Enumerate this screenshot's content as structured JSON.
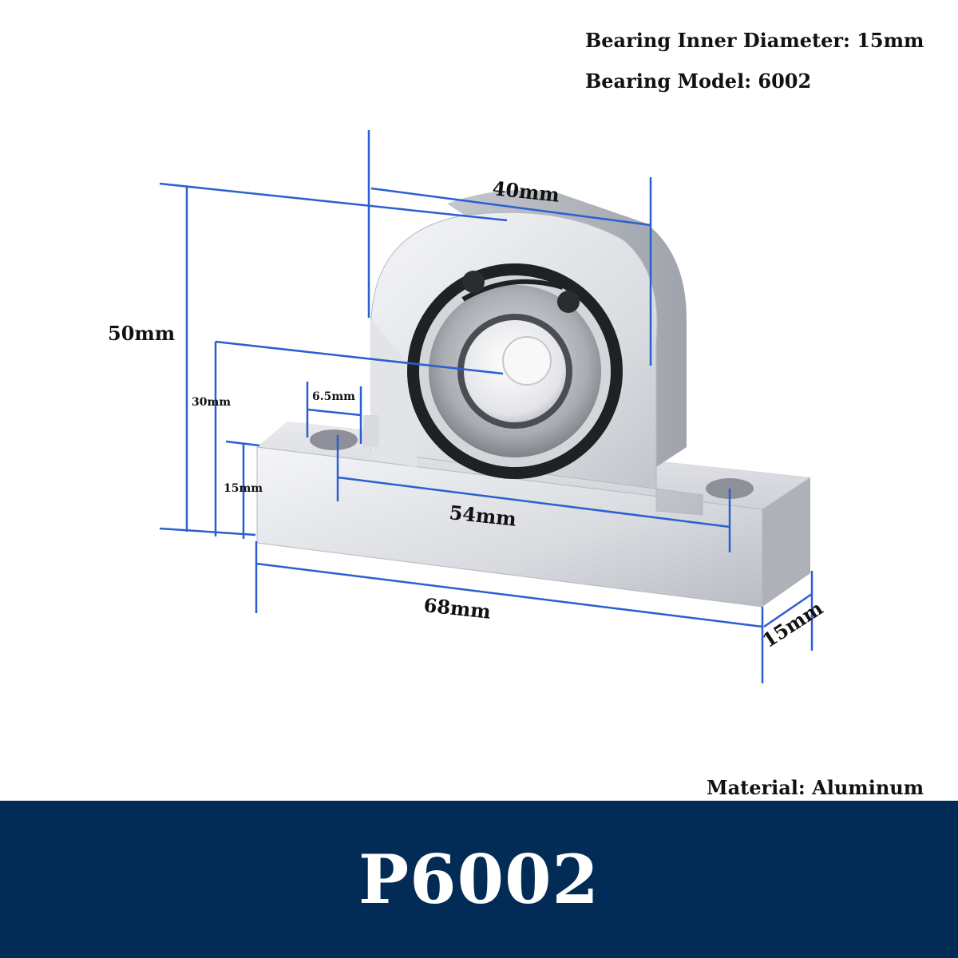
{
  "specs": {
    "inner_diameter": "Bearing Inner Diameter: 15mm",
    "model": "Bearing Model: 6002",
    "material": "Material: Aluminum"
  },
  "dimensions": {
    "width_top": "40mm",
    "total_height": "50mm",
    "center_height": "30mm",
    "hole_diameter": "6.5mm",
    "base_height": "15mm",
    "hole_spacing": "54mm",
    "total_length": "68mm",
    "depth": "15mm"
  },
  "banner": {
    "title": "P6002"
  },
  "colors": {
    "dimension_line": "#2a5fd0",
    "banner_bg": "#022b56",
    "body_metal": "#c9ccd2"
  }
}
